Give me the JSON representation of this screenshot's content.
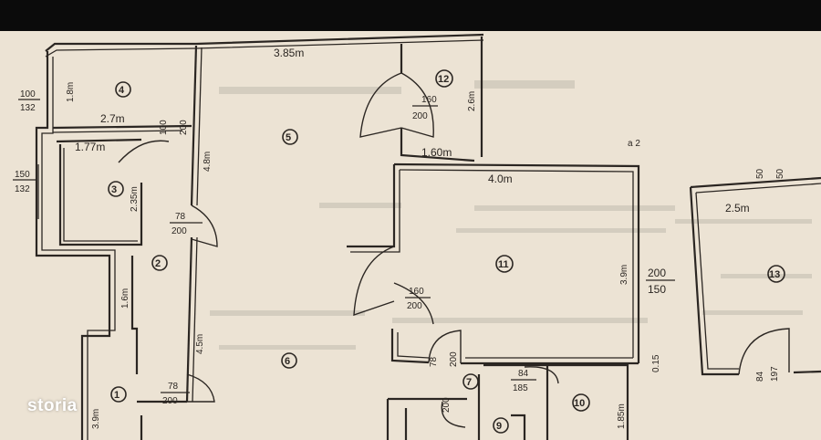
{
  "watermark": "storia",
  "rooms": [
    {
      "id": "room-1",
      "number": "1"
    },
    {
      "id": "room-2",
      "number": "2"
    },
    {
      "id": "room-3",
      "number": "3"
    },
    {
      "id": "room-4",
      "number": "4"
    },
    {
      "id": "room-5",
      "number": "5"
    },
    {
      "id": "room-6",
      "number": "6"
    },
    {
      "id": "room-7",
      "number": "7"
    },
    {
      "id": "room-9",
      "number": "9"
    },
    {
      "id": "room-10",
      "number": "10"
    },
    {
      "id": "room-11",
      "number": "11"
    },
    {
      "id": "room-12",
      "number": "12"
    },
    {
      "id": "room-13",
      "number": "13"
    }
  ],
  "dimensions": {
    "top_width": "3.85m",
    "r4_height": "1.8m",
    "r4_width": "2.7m",
    "r3_width": "1.77m",
    "r3_height": "2.35m",
    "r2_height": "1.6m",
    "r5_height": "4.8m",
    "r6_height": "4.5m",
    "r1_height": "3.9m",
    "r12_height": "2.6m",
    "r12_width": "1.60m",
    "r11_width": "4.0m",
    "r11_height": "3.9m",
    "r13_width": "2.5m",
    "r10_height": "1.85m",
    "corner_mark": "a 2",
    "side_mark": "0.15"
  },
  "door_labels": {
    "d_left_top": "100",
    "d_left_bot": "132",
    "d_left2_top": "150",
    "d_left2_bot": "132",
    "d_100a": "100",
    "d_100b": "200",
    "d_78a": "78",
    "d_78b": "200",
    "d_78c": "78",
    "d_78d": "200",
    "d_12a": "160",
    "d_12b": "200",
    "d_11a": "160",
    "d_11b": "200",
    "d_11w_a": "200",
    "d_11w_b": "150",
    "d_13a": "50",
    "d_13b": "50",
    "d_13c": "84",
    "d_13d": "197",
    "d_7a": "84",
    "d_7b": "185",
    "d_small1": "200",
    "d_small2": "78",
    "d_small3": "200"
  }
}
